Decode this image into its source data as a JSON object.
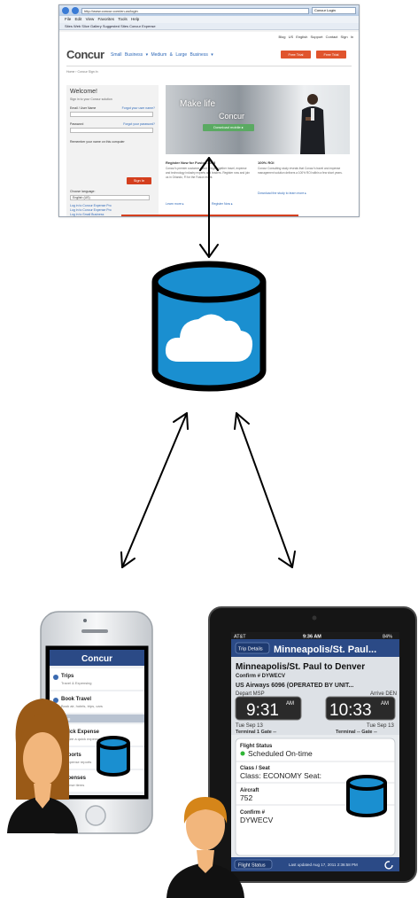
{
  "browser": {
    "url": "http://www.concur.com/en-us/login",
    "tab_label": "Concur Login",
    "menu_items": [
      "File",
      "Edit",
      "View",
      "Favorites",
      "Tools",
      "Help"
    ],
    "favorites_bar": "Sites  Web Slice Gallery  Suggested Sites  Concur  Expense",
    "top_links": "Blog  US English  Support  Contact  Sign In",
    "logo": "Concur",
    "nav": "Small Business ▾   Medium & Large Business ▾",
    "buttons": [
      "Free Trial",
      "Free Trial"
    ],
    "breadcrumb": "Home › Concur Sign In",
    "login": {
      "title": "Welcome!",
      "subtitle": "Sign in to your Concur solution",
      "username_label": "Email / User Name",
      "forgot_user": "Forgot your user name?",
      "password_label": "Password",
      "forgot_password": "Forgot your password?",
      "remember": "Remember your name on this computer",
      "sign_in": "Sign In",
      "language_label": "Choose language:",
      "language_value": "English (US)",
      "app_links": [
        "Log in to Concur Expense Pro",
        "Log in to Concur Expense Pro",
        "Log in to Small Business"
      ]
    },
    "hero": {
      "line1": "Make life",
      "line2": "Concur",
      "button": "Download mobile ▸"
    },
    "register": {
      "title": "Register Now for Fusion 2013",
      "body": "Concur's premier customer event brings together travel, expense and technology industry experts and leaders. Register now and join us in Orlando, Fl for the Fusion event.",
      "link1": "Learn more ▸",
      "link2": "Register Now ▸"
    },
    "study": {
      "title": "100% ROI",
      "body": "Concur Consulting study reveals that Concur's travel and expense management solution delivers a 100% ROI within a few short years.",
      "link": "Download the study to learn more ▸"
    }
  },
  "phone": {
    "header": "Concur",
    "menu": [
      {
        "title": "Trips",
        "sub": "Travel & Expensing"
      },
      {
        "title": "Book Travel",
        "sub": "Book air, hotels, trips, cars"
      },
      {
        "title": "Quick Expense",
        "sub": "Capture a quick expense"
      },
      {
        "title": "Reports",
        "sub": "All expense reports"
      },
      {
        "title": "Expenses",
        "sub": "Expense items"
      }
    ],
    "section": "Expense"
  },
  "tablet": {
    "status_left": "AT&T",
    "status_time": "9:36 AM",
    "status_right": "84%",
    "back_button": "Trip Details",
    "nav_title": "Minneapolis/St. Paul...",
    "route": "Minneapolis/St. Paul to Denver",
    "confirm": "Confirm # DYWECV",
    "flight": "US Airways 6096 (OPERATED BY UNIT...",
    "depart_label": "Depart MSP",
    "arrive_label": "Arrive DEN",
    "depart_time": "9:31",
    "depart_ampm": "AM",
    "arrive_time": "10:33",
    "arrive_ampm": "AM",
    "depart_date": "Tue Sep 13",
    "arrive_date": "Tue Sep 13",
    "depart_term": "Terminal 1 Gate --",
    "arrive_term": "Terminal -- Gate --",
    "status_title": "Flight Status",
    "status_value": "Scheduled On-time",
    "class_title": "Class / Seat",
    "class_value": "Class: ECONOMY Seat:",
    "aircraft_title": "Aircraft",
    "aircraft_value": "752",
    "confirm_title": "Confirm #",
    "confirm_value": "DYWECV",
    "bottom_button": "Flight Status",
    "updated": "Last updated Aug 17, 2011 2:36:58 PM"
  },
  "colors": {
    "db_blue": "#1a8fd0",
    "concur_orange": "#e0542d",
    "ios_blue": "#2b4a86",
    "status_green": "#2fb535",
    "person_skin": "#f2b67c",
    "person_hair_female": "#9a5a17",
    "person_hair_male": "#d58519"
  },
  "icons": [
    "cloud-database-icon",
    "small-database-icon",
    "female-user-icon",
    "male-user-icon",
    "refresh-icon"
  ]
}
